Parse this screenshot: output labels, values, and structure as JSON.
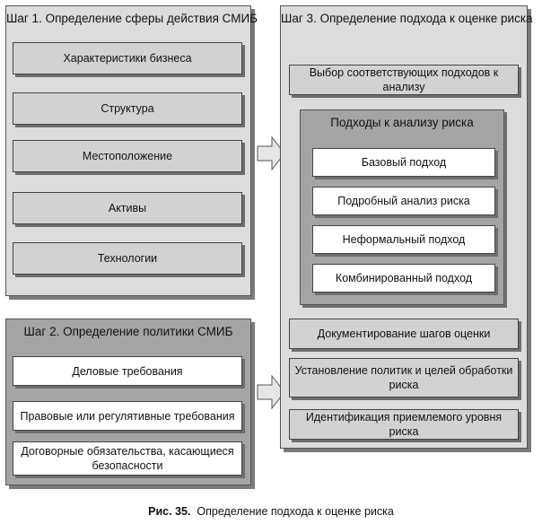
{
  "step1": {
    "title": "Шаг 1. Определение сферы действия СМИБ",
    "items": [
      "Характеристики бизнеса",
      "Структура",
      "Местоположение",
      "Активы",
      "Технологии"
    ]
  },
  "step2": {
    "title": "Шаг 2. Определение политики СМИБ",
    "items": [
      "Деловые требования",
      "Правовые или регулятивные требования",
      "Договорные обязательства, касающиеся безопасности"
    ]
  },
  "step3": {
    "title": "Шаг 3. Определение подхода к оценке риска",
    "select": "Выбор соответствующих подходов к анализу",
    "approaches_title": "Подходы к анализу риска",
    "approaches": [
      "Базовый подход",
      "Подробный анализ риска",
      "Неформальный подход",
      "Комбинированный подход"
    ],
    "documentation": "Документирование шагов оценки",
    "policies": "Установление политик и целей обработки риска",
    "identification": "Идентификация приемлемого уровня риска"
  },
  "caption": {
    "number": "Рис. 35.",
    "text": "Определение подхода к оценке риска"
  }
}
